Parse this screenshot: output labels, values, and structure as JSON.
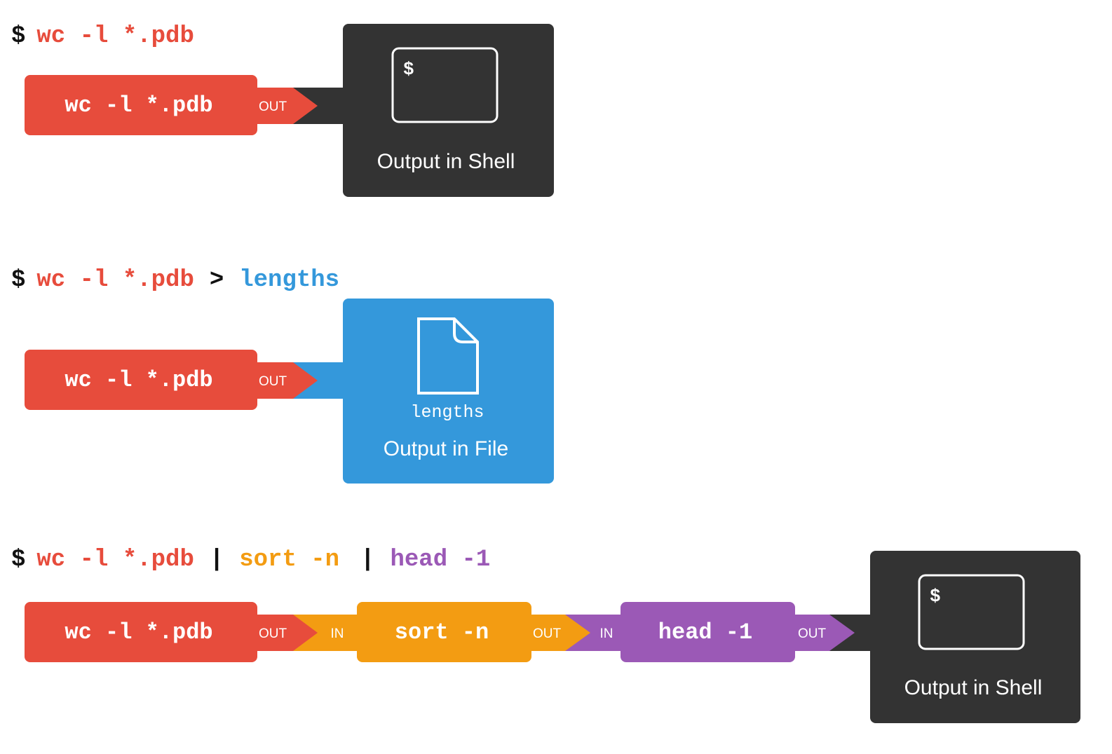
{
  "colors": {
    "red": "#E74C3C",
    "orange": "#F39C12",
    "purple": "#9B59B6",
    "blue": "#3498DB",
    "dark": "#333333",
    "white": "#FFFFFF",
    "black": "#111111"
  },
  "rows": [
    {
      "command": {
        "prompt": "$",
        "parts": [
          {
            "text": "wc -l *.pdb",
            "color": "red"
          }
        ]
      },
      "process": {
        "label": "wc -l *.pdb",
        "out_label": "OUT"
      },
      "output": {
        "kind": "shell",
        "icon": "terminal-icon",
        "prompt": "$",
        "caption": "Output in Shell"
      }
    },
    {
      "command": {
        "prompt": "$",
        "parts": [
          {
            "text": "wc -l *.pdb",
            "color": "red"
          },
          {
            "text": ">",
            "color": "black"
          },
          {
            "text": "lengths",
            "color": "blue"
          }
        ]
      },
      "process": {
        "label": "wc -l *.pdb",
        "out_label": "OUT"
      },
      "output": {
        "kind": "file",
        "icon": "file-icon",
        "filename": "lengths",
        "caption": "Output in File"
      }
    },
    {
      "command": {
        "prompt": "$",
        "parts": [
          {
            "text": "wc -l *.pdb",
            "color": "red"
          },
          {
            "text": "|",
            "color": "black"
          },
          {
            "text": "sort -n",
            "color": "orange"
          },
          {
            "text": "|",
            "color": "black"
          },
          {
            "text": "head -1",
            "color": "purple"
          }
        ]
      },
      "pipeline": [
        {
          "label": "wc -l *.pdb",
          "color": "red",
          "in_label": "",
          "out_label": "OUT"
        },
        {
          "label": "sort -n",
          "color": "orange",
          "in_label": "IN",
          "out_label": "OUT"
        },
        {
          "label": "head -1",
          "color": "purple",
          "in_label": "IN",
          "out_label": "OUT"
        }
      ],
      "output": {
        "kind": "shell",
        "icon": "terminal-icon",
        "prompt": "$",
        "caption": "Output in Shell"
      }
    }
  ]
}
